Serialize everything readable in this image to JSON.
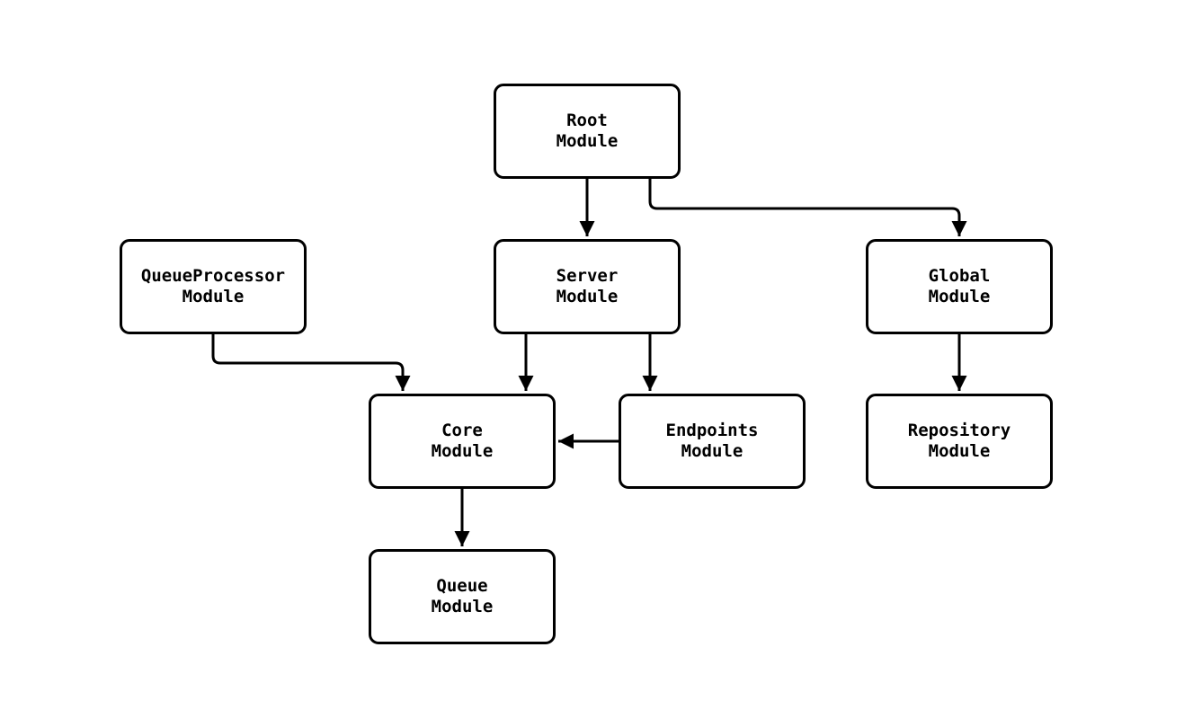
{
  "diagram": {
    "type": "module-dependency-graph",
    "background_color": "#ffffff",
    "node_style": {
      "fill": "#ffffff",
      "border_color": "#000000",
      "text_color": "#000000"
    },
    "edge_color": "#000000",
    "nodes": [
      {
        "id": "root",
        "label": "Root\nModule"
      },
      {
        "id": "queueprocessor",
        "label": "QueueProcessor\nModule"
      },
      {
        "id": "server",
        "label": "Server\nModule"
      },
      {
        "id": "global",
        "label": "Global\nModule"
      },
      {
        "id": "core",
        "label": "Core\nModule"
      },
      {
        "id": "endpoints",
        "label": "Endpoints\nModule"
      },
      {
        "id": "repository",
        "label": "Repository\nModule"
      },
      {
        "id": "queue",
        "label": "Queue\nModule"
      }
    ],
    "edges": [
      {
        "from": "root",
        "to": "server"
      },
      {
        "from": "root",
        "to": "global"
      },
      {
        "from": "queueprocessor",
        "to": "core"
      },
      {
        "from": "server",
        "to": "core"
      },
      {
        "from": "server",
        "to": "endpoints"
      },
      {
        "from": "endpoints",
        "to": "core"
      },
      {
        "from": "global",
        "to": "repository"
      },
      {
        "from": "core",
        "to": "queue"
      }
    ]
  }
}
